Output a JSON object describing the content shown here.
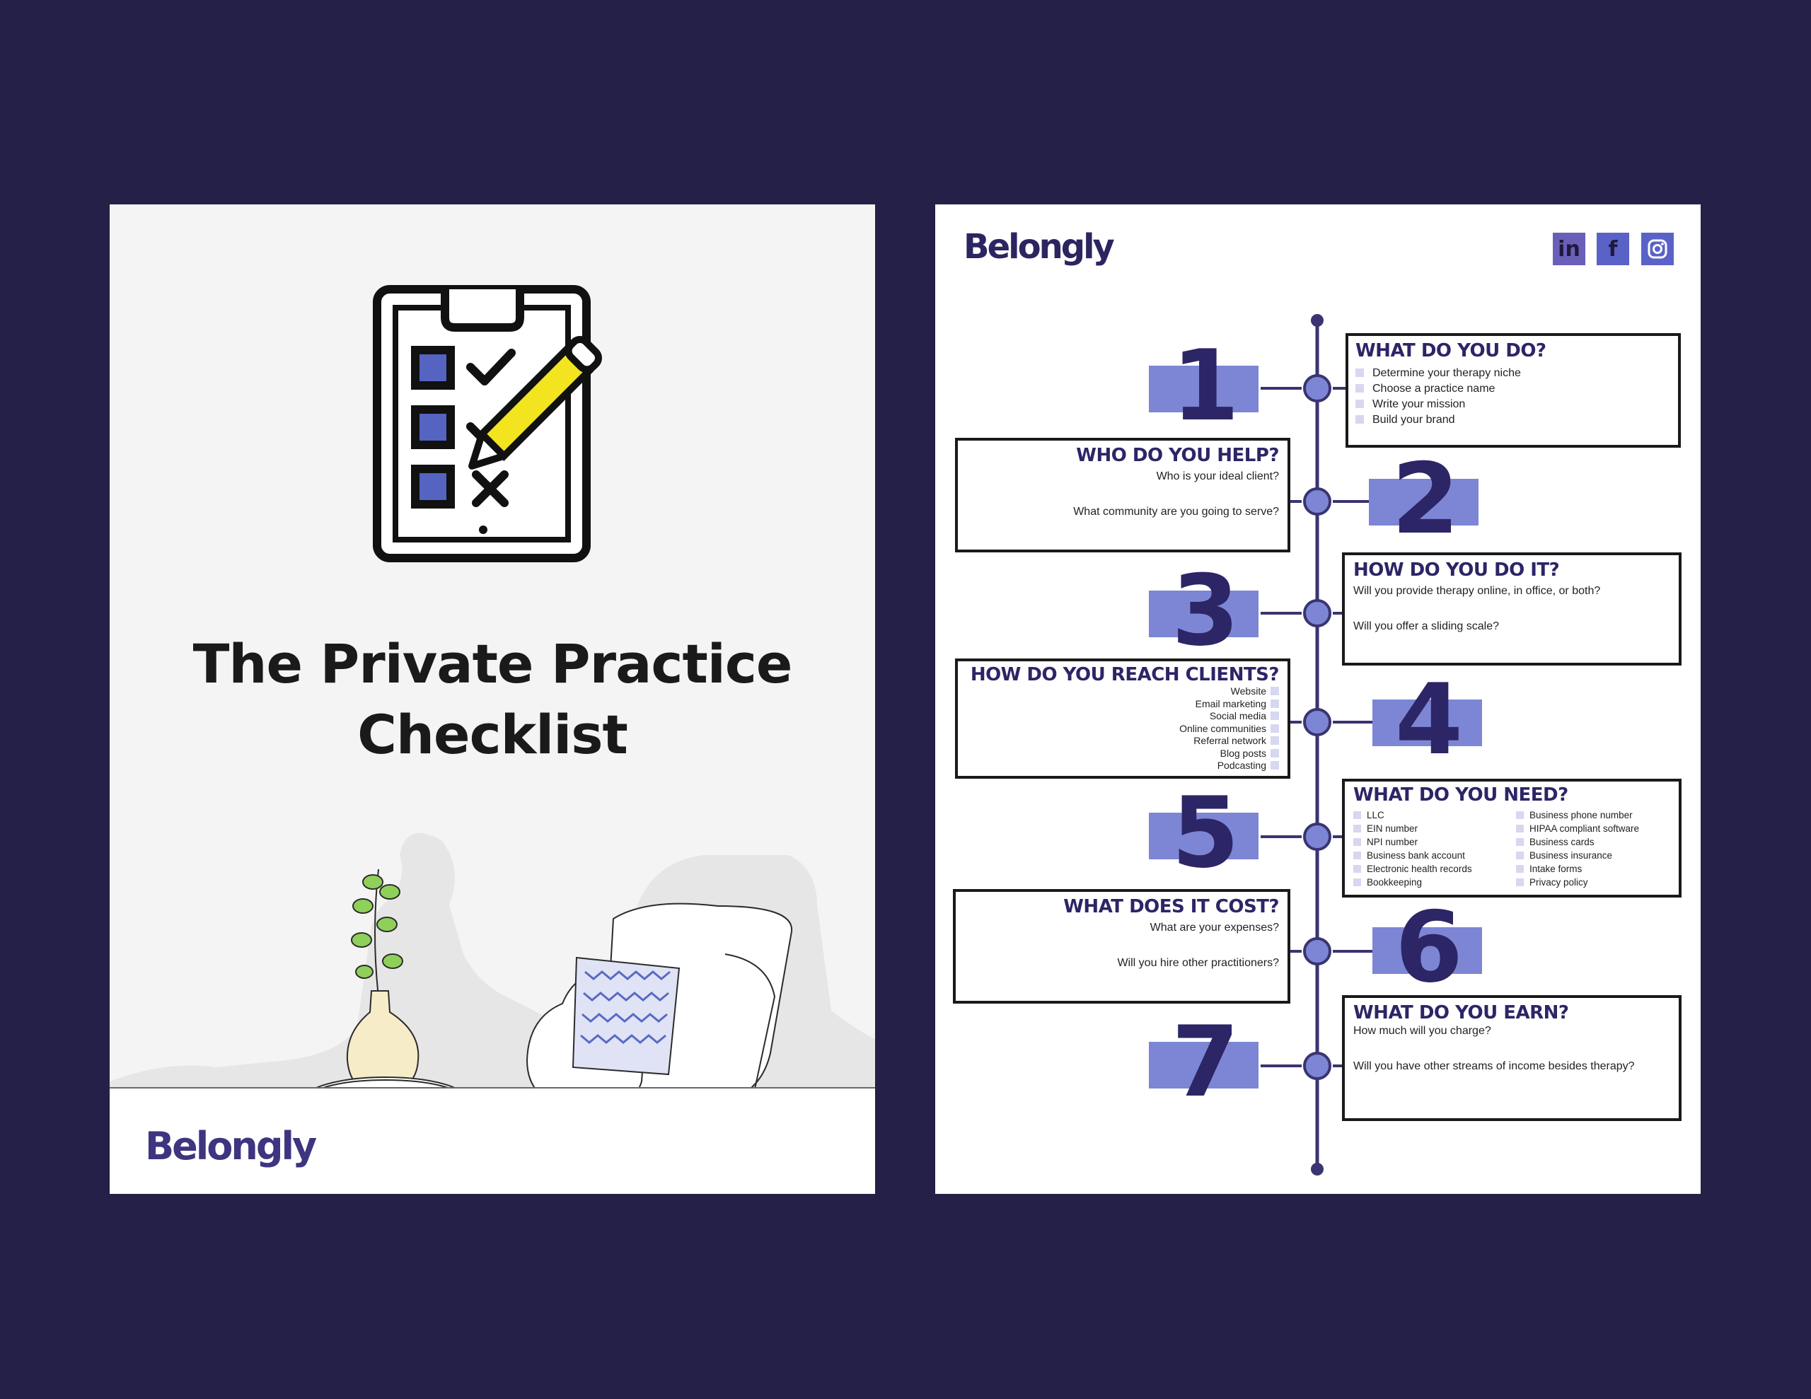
{
  "cover": {
    "title_line1": "The Private Practice",
    "title_line2": "Checklist",
    "logo": "Belongly",
    "icons": [
      "clipboard-checklist-icon",
      "pencil-icon"
    ],
    "colors": {
      "checkbox": "#5563c1",
      "pencil": "#f2e520",
      "background": "#f4f4f4"
    }
  },
  "checklist": {
    "logo": "Belongly",
    "social": {
      "linkedin": "in",
      "facebook": "f",
      "instagram": "instagram-icon"
    },
    "steps": [
      {
        "number": "1",
        "title": "WHAT DO YOU DO?",
        "items": [
          "Determine your therapy niche",
          "Choose a practice name",
          "Write your mission",
          "Build your brand"
        ]
      },
      {
        "number": "2",
        "title": "WHO DO YOU HELP?",
        "questions": [
          "Who is your ideal client?",
          "What community are you going to serve?"
        ]
      },
      {
        "number": "3",
        "title": "HOW DO YOU DO IT?",
        "questions": [
          "Will you provide therapy online, in office, or both?",
          "Will you offer a sliding scale?"
        ]
      },
      {
        "number": "4",
        "title": "HOW DO YOU REACH CLIENTS?",
        "items": [
          "Website",
          "Email marketing",
          "Social media",
          "Online communities",
          "Referral network",
          "Blog posts",
          "Podcasting"
        ]
      },
      {
        "number": "5",
        "title": "WHAT DO YOU NEED?",
        "items_left": [
          "LLC",
          "EIN number",
          "NPI number",
          "Business bank account",
          "Electronic health records",
          "Bookkeeping"
        ],
        "items_right": [
          "Business phone number",
          "HIPAA compliant software",
          "Business cards",
          "Business insurance",
          "Intake forms",
          "Privacy policy"
        ]
      },
      {
        "number": "6",
        "title": "WHAT DOES IT COST?",
        "questions": [
          "What are your expenses?",
          "Will you hire other practitioners?"
        ]
      },
      {
        "number": "7",
        "title": "WHAT DO YOU EARN?",
        "questions": [
          "How much will you charge?",
          "Will you have other streams of income besides therapy?"
        ]
      }
    ],
    "colors": {
      "accent": "#2c2566",
      "number_bar": "#7c86d4",
      "timeline_node": "#7c86d4",
      "bullet": "#d7d7f1"
    }
  }
}
